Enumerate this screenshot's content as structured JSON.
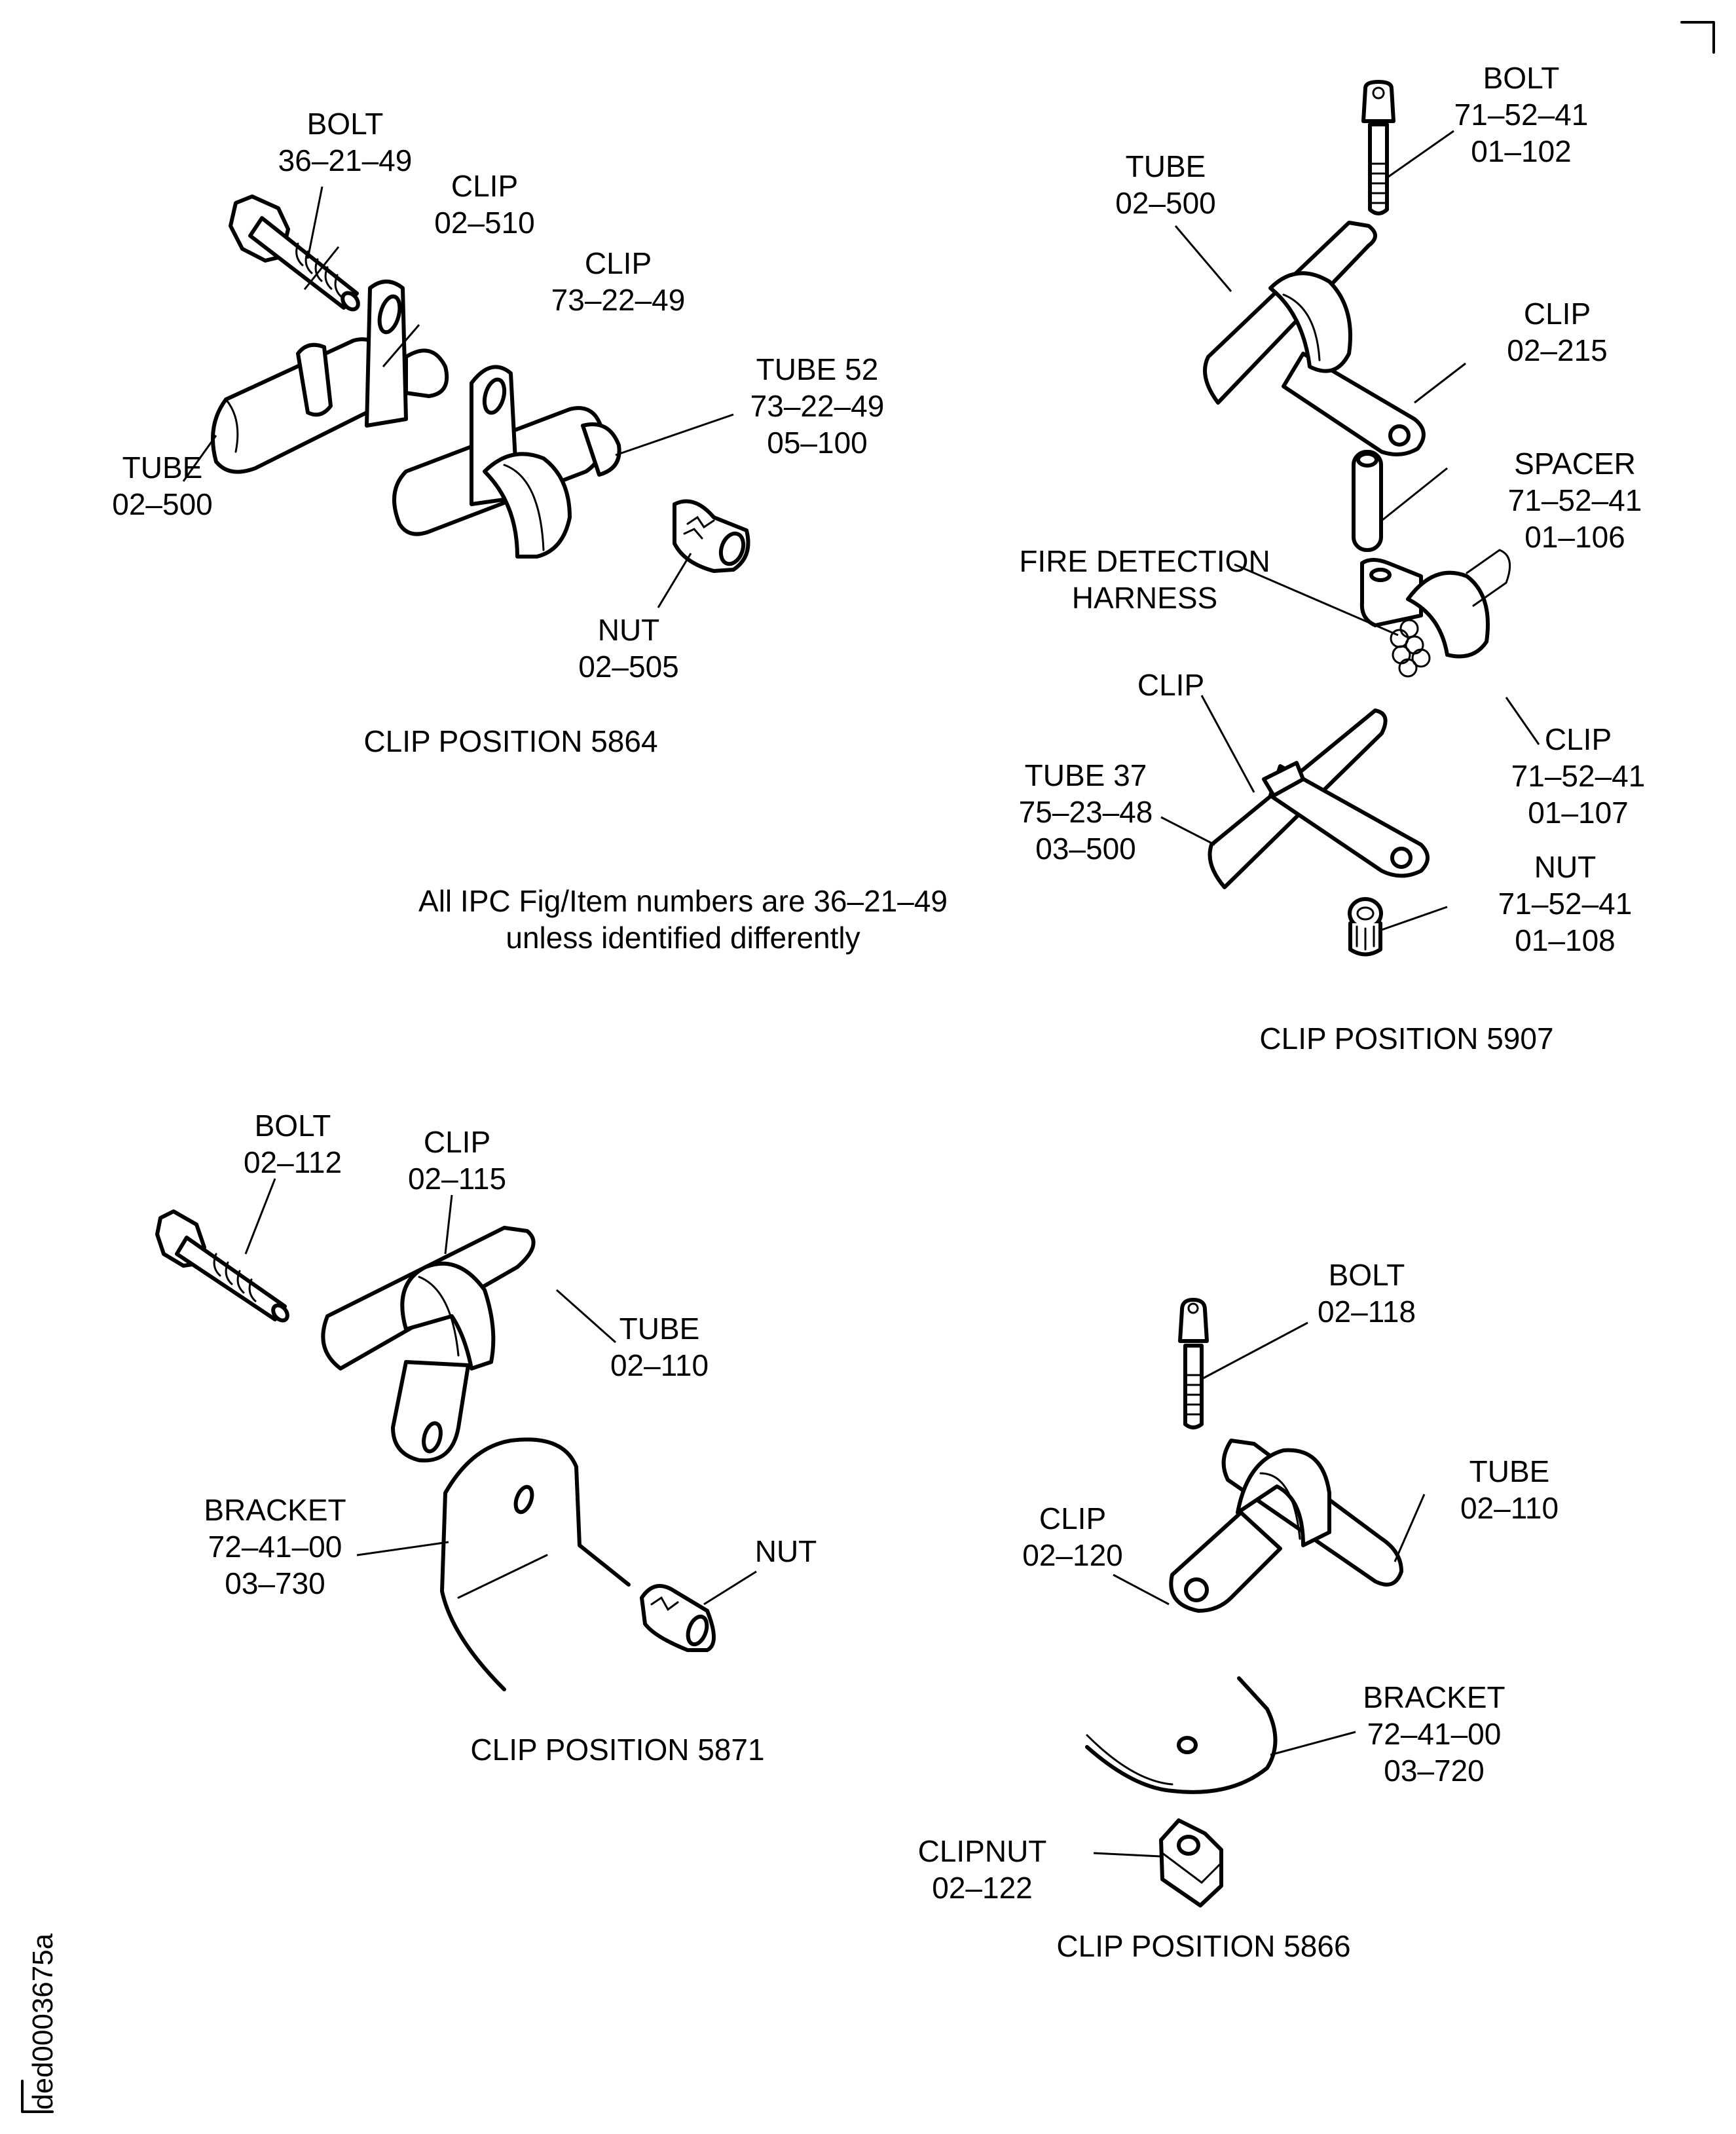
{
  "figure": {
    "drawing_id": "ded0003675a",
    "note_line1": "All IPC Fig/Item numbers are 36–21–49",
    "note_line2": "unless identified differently"
  },
  "positions": [
    {
      "caption": "CLIP POSITION 5864",
      "labels": [
        {
          "id": "bolt",
          "lines": [
            "BOLT",
            "36–21–49"
          ]
        },
        {
          "id": "clip1",
          "lines": [
            "CLIP",
            "02–510"
          ]
        },
        {
          "id": "clip2",
          "lines": [
            "CLIP",
            "73–22–49"
          ]
        },
        {
          "id": "tube52",
          "lines": [
            "TUBE 52",
            "73–22–49",
            "05–100"
          ]
        },
        {
          "id": "tube",
          "lines": [
            "TUBE",
            "02–500"
          ]
        },
        {
          "id": "nut",
          "lines": [
            "NUT",
            "02–505"
          ]
        }
      ]
    },
    {
      "caption": "CLIP POSITION 5907",
      "labels": [
        {
          "id": "bolt",
          "lines": [
            "BOLT",
            "71–52–41",
            "01–102"
          ]
        },
        {
          "id": "tube",
          "lines": [
            "TUBE",
            "02–500"
          ]
        },
        {
          "id": "clip1",
          "lines": [
            "CLIP",
            "02–215"
          ]
        },
        {
          "id": "spacer",
          "lines": [
            "SPACER",
            "71–52–41",
            "01–106"
          ]
        },
        {
          "id": "harness",
          "lines": [
            "FIRE DETECTION",
            "HARNESS"
          ]
        },
        {
          "id": "clip2",
          "lines": [
            "CLIP"
          ]
        },
        {
          "id": "clip3",
          "lines": [
            "CLIP",
            "71–52–41",
            "01–107"
          ]
        },
        {
          "id": "tube37",
          "lines": [
            "TUBE 37",
            "75–23–48",
            "03–500"
          ]
        },
        {
          "id": "nut",
          "lines": [
            "NUT",
            "71–52–41",
            "01–108"
          ]
        }
      ]
    },
    {
      "caption": "CLIP POSITION 5871",
      "labels": [
        {
          "id": "bolt",
          "lines": [
            "BOLT",
            "02–112"
          ]
        },
        {
          "id": "clip",
          "lines": [
            "CLIP",
            "02–115"
          ]
        },
        {
          "id": "tube",
          "lines": [
            "TUBE",
            "02–110"
          ]
        },
        {
          "id": "bracket",
          "lines": [
            "BRACKET",
            "72–41–00",
            "03–730"
          ]
        },
        {
          "id": "nut",
          "lines": [
            "NUT"
          ]
        }
      ]
    },
    {
      "caption": "CLIP POSITION 5866",
      "labels": [
        {
          "id": "bolt",
          "lines": [
            "BOLT",
            "02–118"
          ]
        },
        {
          "id": "tube",
          "lines": [
            "TUBE",
            "02–110"
          ]
        },
        {
          "id": "clip",
          "lines": [
            "CLIP",
            "02–120"
          ]
        },
        {
          "id": "bracket",
          "lines": [
            "BRACKET",
            "72–41–00",
            "03–720"
          ]
        },
        {
          "id": "clipnut",
          "lines": [
            "CLIPNUT",
            "02–122"
          ]
        }
      ]
    }
  ]
}
